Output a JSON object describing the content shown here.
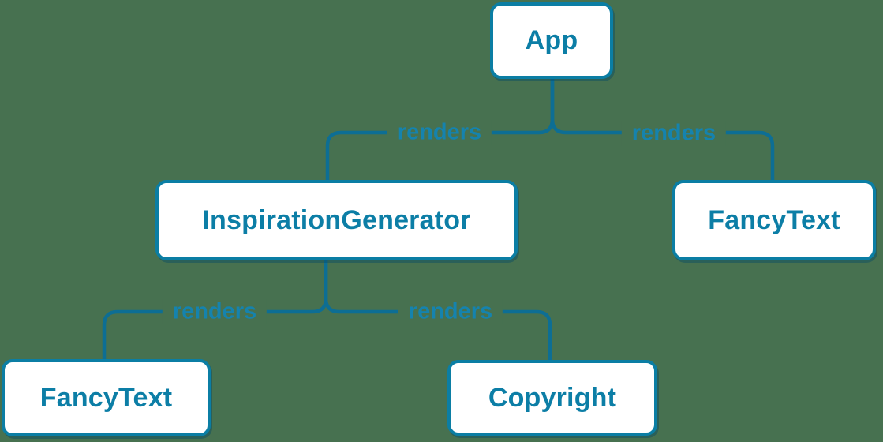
{
  "diagram": {
    "title": "React render tree diagram",
    "edge_label_text": "renders",
    "background_color": "#477150",
    "line_color": "#0D6E94",
    "node_border_color": "#0B7EA4",
    "node_text_color": "#0C7EA6",
    "edge_label_color": "#1583AE",
    "node_fill_color": "#FFFFFF"
  },
  "nodes": [
    {
      "id": "app",
      "label": "App"
    },
    {
      "id": "inspiration-generator",
      "label": "InspirationGenerator"
    },
    {
      "id": "fancy-text-right",
      "label": "FancyText"
    },
    {
      "id": "fancy-text-left",
      "label": "FancyText"
    },
    {
      "id": "copyright",
      "label": "Copyright"
    }
  ],
  "edges": [
    {
      "from": "App",
      "to": "InspirationGenerator",
      "label": "renders"
    },
    {
      "from": "App",
      "to": "FancyText",
      "label": "renders"
    },
    {
      "from": "InspirationGenerator",
      "to": "FancyText",
      "label": "renders"
    },
    {
      "from": "InspirationGenerator",
      "to": "Copyright",
      "label": "renders"
    }
  ]
}
